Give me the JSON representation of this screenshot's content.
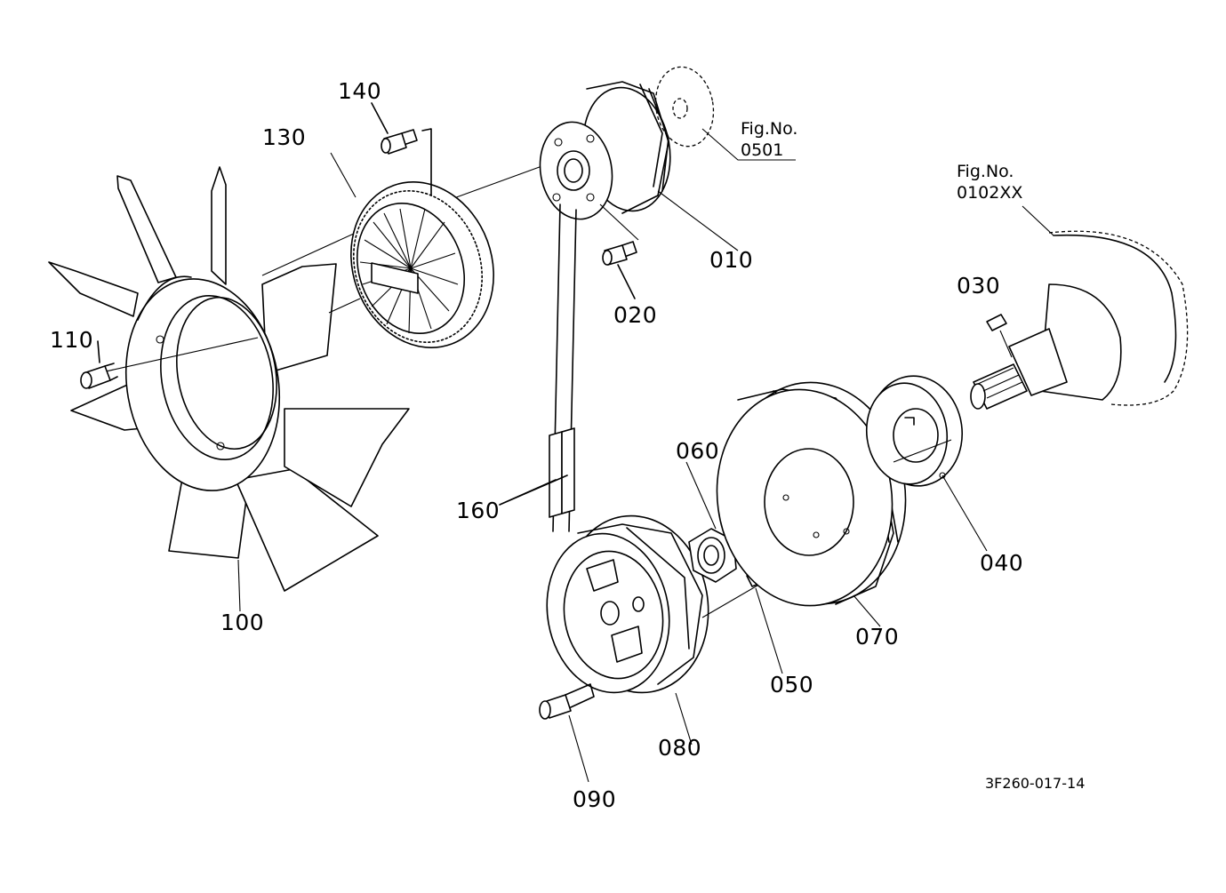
{
  "labels": {
    "p010": "010",
    "p020": "020",
    "p030": "030",
    "p040": "040",
    "p050": "050",
    "p060": "060",
    "p070": "070",
    "p080": "080",
    "p090": "090",
    "p100": "100",
    "p110": "110",
    "p130": "130",
    "p140": "140",
    "p160": "160"
  },
  "refs": {
    "fig_0501_line1": "Fig.No.",
    "fig_0501_line2": "0501",
    "fig_0102_line1": "Fig.No.",
    "fig_0102_line2": "0102XX"
  },
  "drawing_code": "3F260-017-14",
  "icons": [
    "fan-icon",
    "fan-drive-icon",
    "water-pump-pulley-icon",
    "crank-pulley-icon",
    "damper-ring-icon",
    "hub-icon",
    "crankshaft-icon",
    "bolt-icon",
    "nut-icon",
    "key-icon",
    "pin-icon",
    "v-belt-icon"
  ]
}
